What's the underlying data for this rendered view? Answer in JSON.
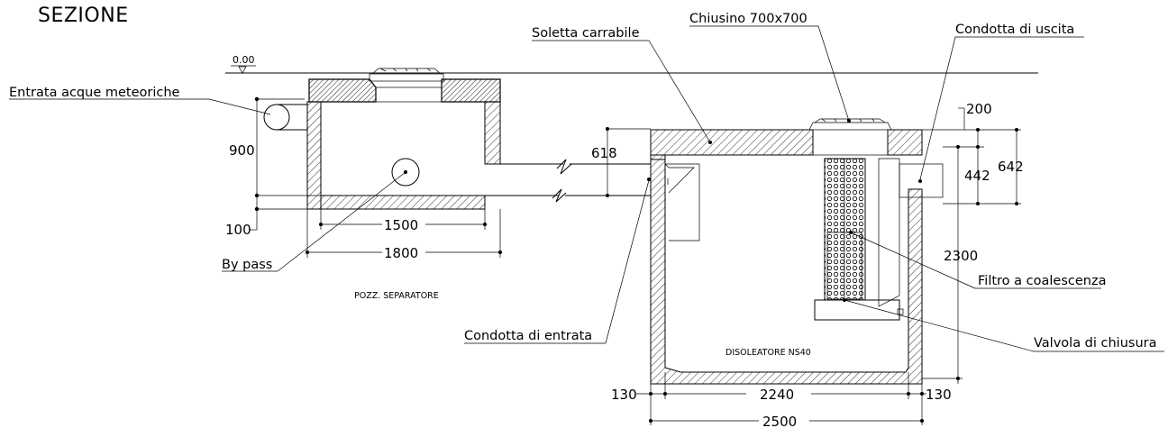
{
  "title": "SEZIONE",
  "level": "0.00",
  "labels": {
    "inlet_rain": "Entrata acque meteoriche",
    "bypass": "By pass",
    "separator": "POZZ. SEPARATORE",
    "inlet_pipe": "Condotta di entrata",
    "slab": "Soletta carrabile",
    "manhole": "Chiusino 700x700",
    "outlet_pipe": "Condotta di uscita",
    "filter": "Filtro a coalescenza",
    "valve": "Valvola di chiusura",
    "oil_separator": "DISOLEATORE NS40"
  },
  "dimensions": {
    "d900": "900",
    "d100": "100",
    "d1500": "1500",
    "d1800": "1800",
    "d618": "618",
    "d200": "200",
    "d442": "442",
    "d642": "642",
    "d2300": "2300",
    "d130_left": "130",
    "d2240": "2240",
    "d130_right": "130",
    "d2500": "2500"
  }
}
